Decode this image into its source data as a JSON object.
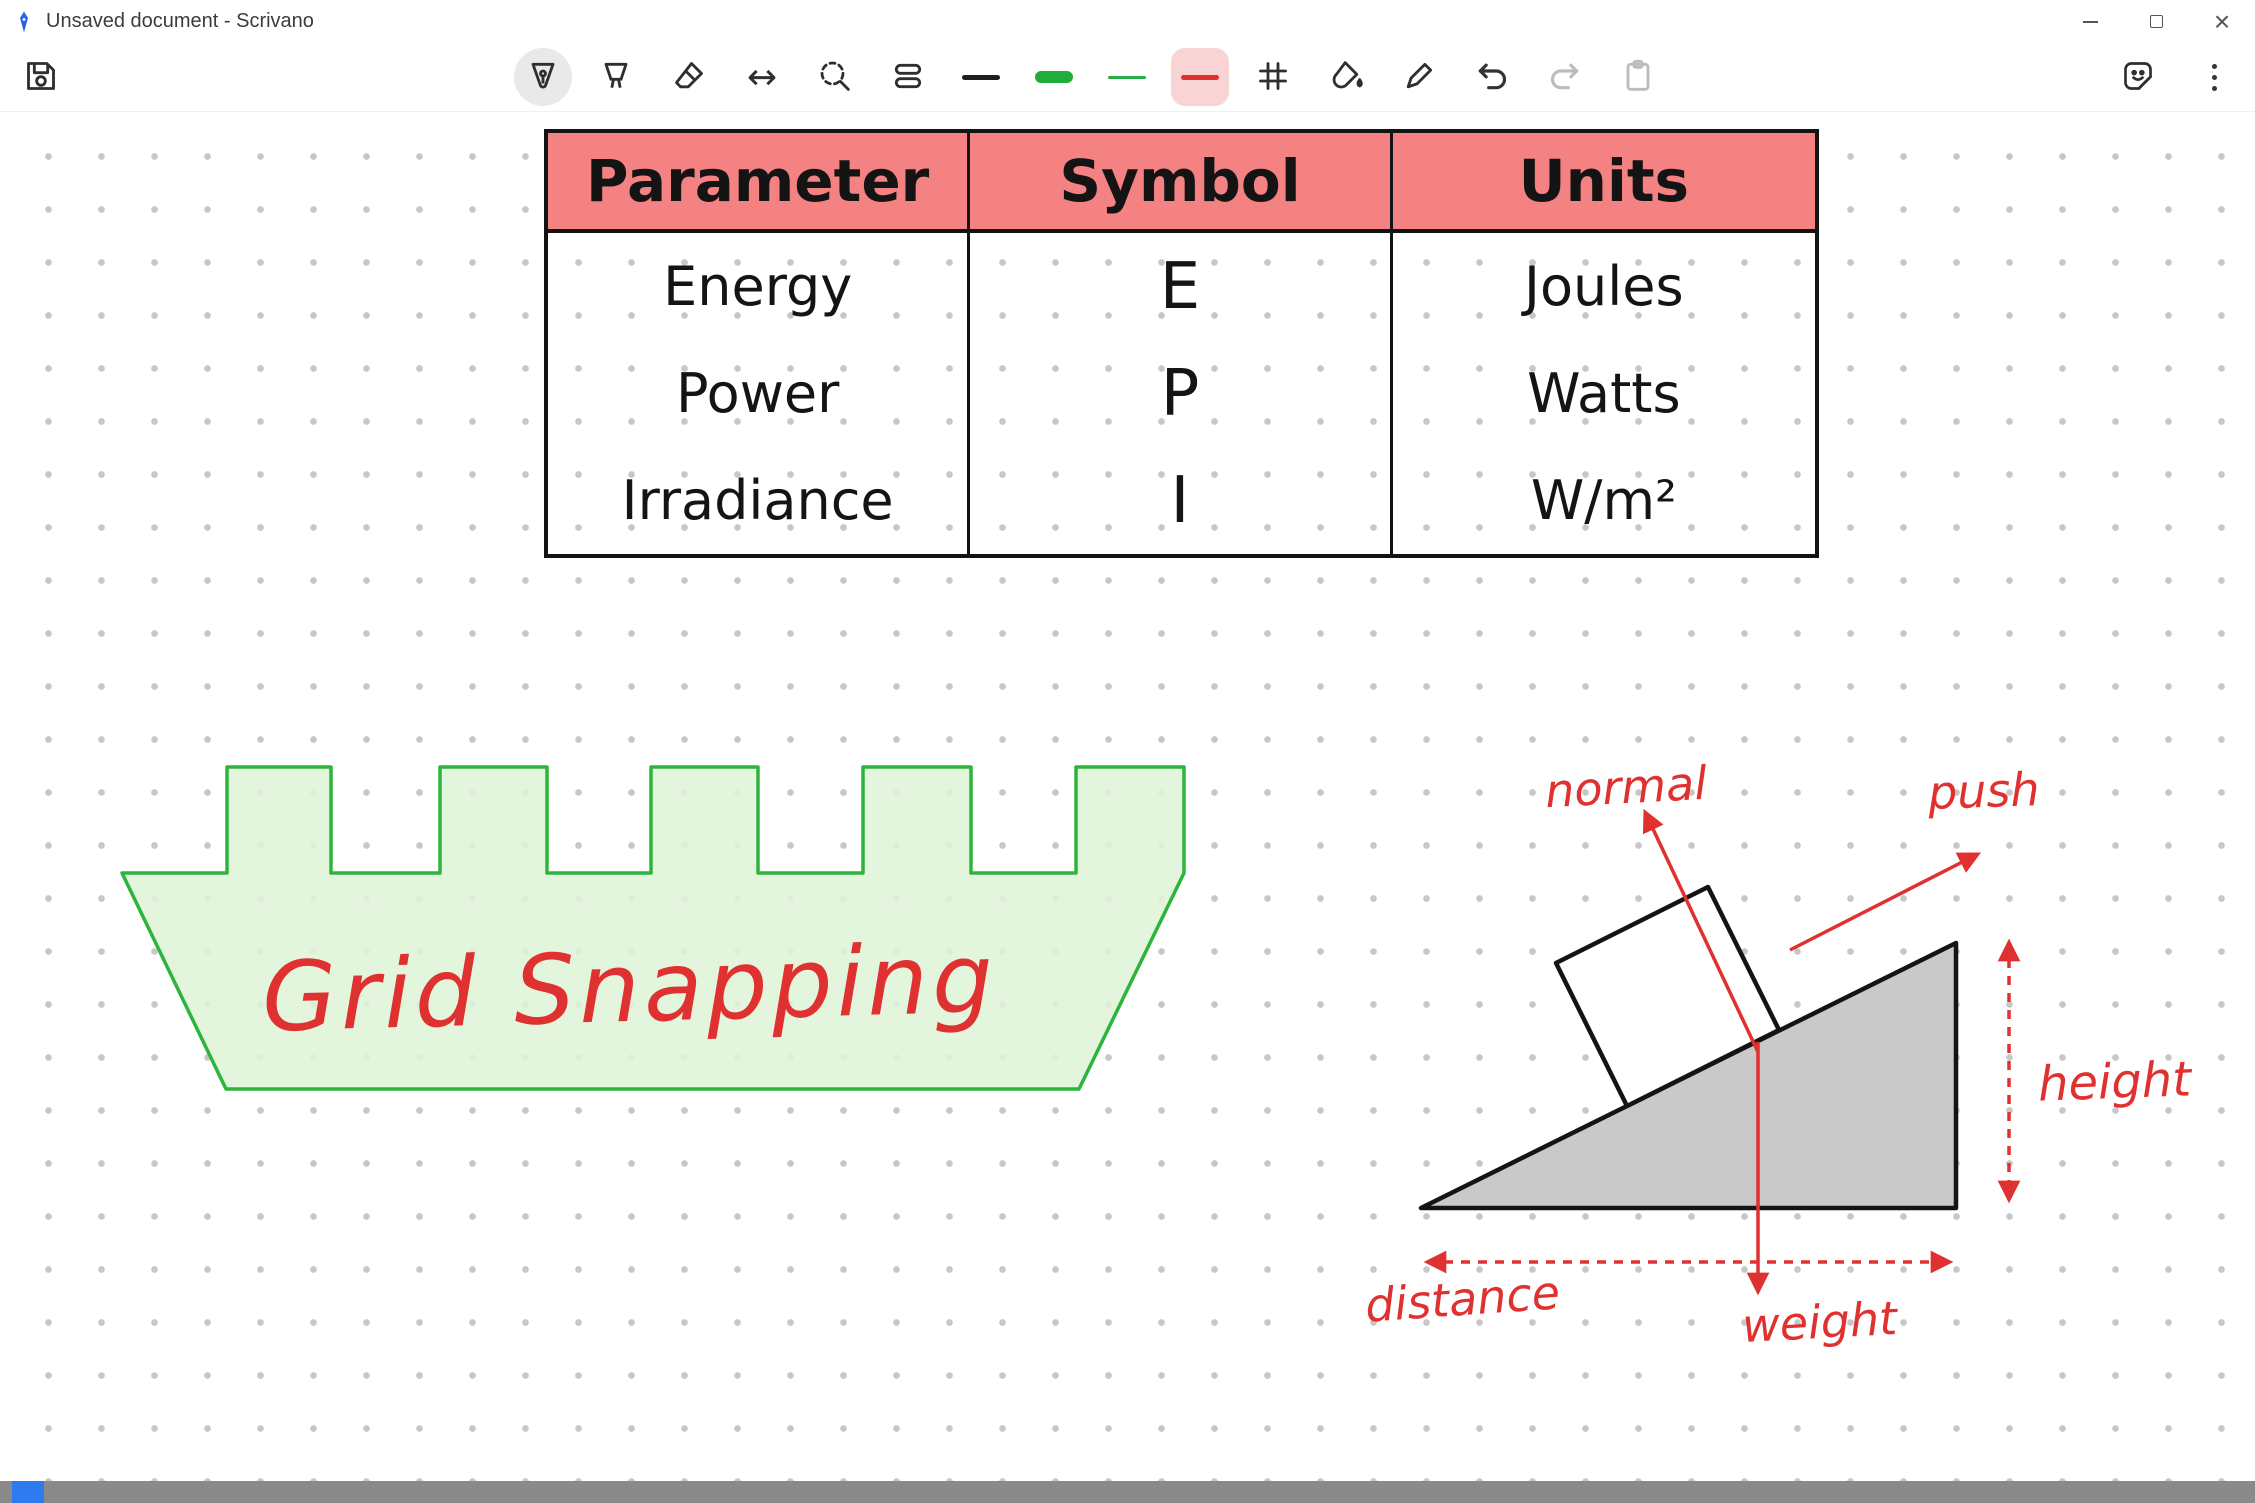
{
  "window": {
    "title": "Unsaved document - Scrivano"
  },
  "toolbar": {
    "tools": [
      {
        "name": "save",
        "icon": "floppy-icon",
        "selected": false
      },
      {
        "name": "fountain-pen",
        "icon": "fountain-pen-icon",
        "selected": true
      },
      {
        "name": "calligraphy-pen",
        "icon": "calligraphy-pen-icon",
        "selected": false
      },
      {
        "name": "eraser",
        "icon": "eraser-icon",
        "selected": false
      },
      {
        "name": "resize",
        "icon": "double-arrow-icon",
        "selected": false
      },
      {
        "name": "lasso-zoom",
        "icon": "lasso-zoom-icon",
        "selected": false
      },
      {
        "name": "distribute",
        "icon": "distribute-icon",
        "selected": false
      },
      {
        "name": "stroke-black",
        "icon": "black-stroke-swatch",
        "selected": false
      },
      {
        "name": "stroke-green-thick",
        "icon": "green-thick-stroke-swatch",
        "selected": false
      },
      {
        "name": "stroke-green-thin",
        "icon": "green-thin-stroke-swatch",
        "selected": false
      },
      {
        "name": "stroke-red",
        "icon": "red-stroke-swatch",
        "selected": true
      },
      {
        "name": "grid",
        "icon": "grid-icon",
        "selected": false
      },
      {
        "name": "fill",
        "icon": "paint-bucket-icon",
        "selected": false
      },
      {
        "name": "marker",
        "icon": "marker-icon",
        "selected": false
      },
      {
        "name": "undo",
        "icon": "undo-icon",
        "enabled": true
      },
      {
        "name": "redo",
        "icon": "redo-icon",
        "enabled": false
      },
      {
        "name": "paste",
        "icon": "clipboard-icon",
        "enabled": false
      },
      {
        "name": "sticker",
        "icon": "sticker-icon"
      },
      {
        "name": "menu",
        "icon": "kebab-menu-icon"
      }
    ],
    "resize_glyph": "↔"
  },
  "table": {
    "headers": [
      "Parameter",
      "Symbol",
      "Units"
    ],
    "rows": [
      [
        "Energy",
        "E",
        "Joules"
      ],
      [
        "Power",
        "P",
        "Watts"
      ],
      [
        "Irradiance",
        "I",
        "W/m²"
      ]
    ]
  },
  "grid_shape": {
    "label": "Grid Snapping"
  },
  "incline": {
    "labels": {
      "normal": "normal",
      "push": "push",
      "weight": "weight",
      "height": "height",
      "distance": "distance"
    }
  },
  "colors": {
    "accent_red": "#e03131",
    "shape_green_stroke": "#2db53b",
    "shape_green_fill": "#e0f4da",
    "table_header": "#f58282",
    "triangle_gray": "#c9c9c9",
    "scrollbar_gray": "#8a8a8a",
    "selected_tool_bg": "#e9e9e9",
    "selected_swatch_bg": "#f9d4d4",
    "disabled_icon": "#bcbcbc",
    "logo_blue": "#2e63e8"
  }
}
